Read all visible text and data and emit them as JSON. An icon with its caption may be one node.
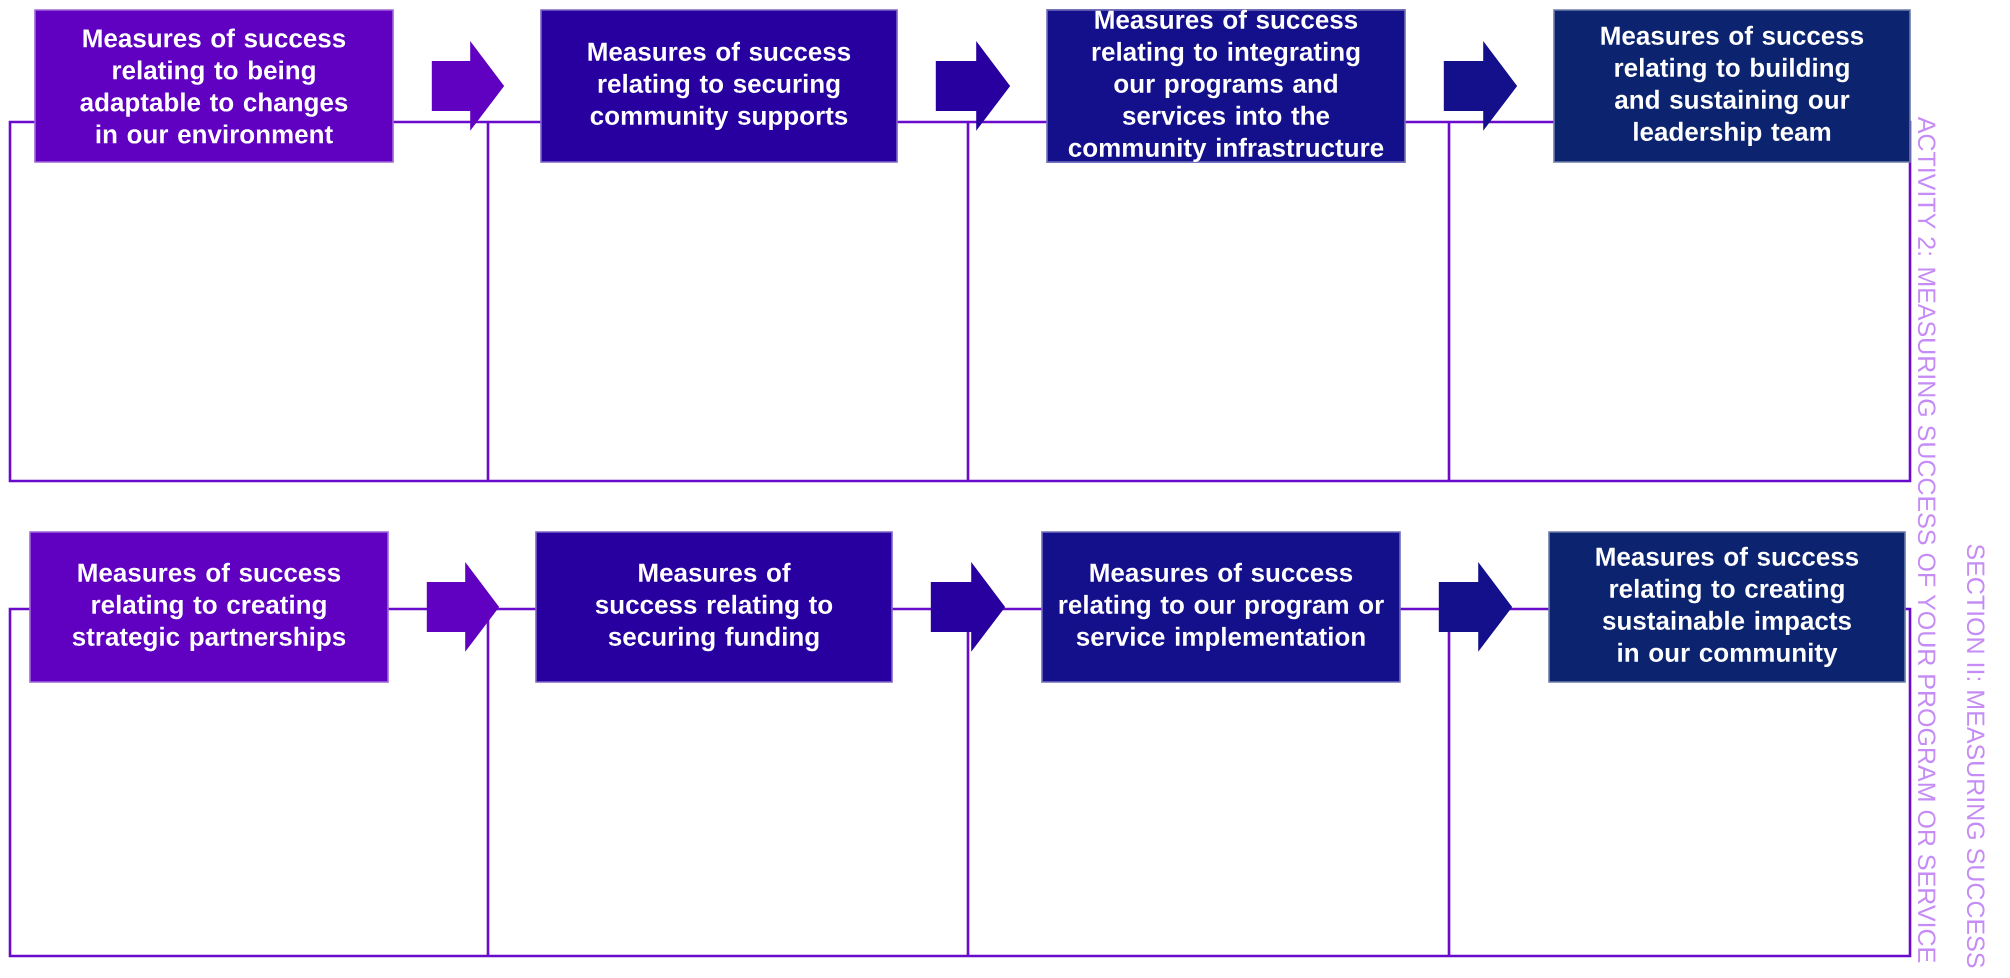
{
  "diagram": {
    "nodes": [
      {
        "text": [
          "Measures of success relating to being adaptable to changes in our environment"
        ]
      },
      {
        "text": [
          "Measures of success relating to securing community supports"
        ]
      },
      {
        "text": [
          "Measures of success relating to integrating our programs and services into the community infrastructure"
        ]
      },
      {
        "text": [
          "Measures of success relating to building and sustaining our leadership team"
        ]
      },
      {
        "text": [
          "Measures of success relating to creating strategic partnerships"
        ]
      },
      {
        "text": [
          "Measures of success relating to securing funding"
        ]
      },
      {
        "text": [
          "Measures of success relating to our program or service implementation"
        ]
      },
      {
        "text": [
          "Measures of success relating to creating sustainable impacts in our community"
        ]
      }
    ],
    "edges": [
      {
        "from": 0,
        "to": 1,
        "arrow": "to"
      },
      {
        "from": 1,
        "to": 2,
        "arrow": "to"
      },
      {
        "from": 2,
        "to": 3,
        "arrow": "to"
      },
      {
        "from": 4,
        "to": 5,
        "arrow": "to"
      },
      {
        "from": 5,
        "to": 6,
        "arrow": "to"
      },
      {
        "from": 6,
        "to": 7,
        "arrow": "to"
      }
    ],
    "labels": [
      "ACTIVITY 2: MEASURING SUCCESS OF YOUR PROGRAM OR SERVICE",
      "SECTION II: MEASURING SUCCESS"
    ]
  }
}
